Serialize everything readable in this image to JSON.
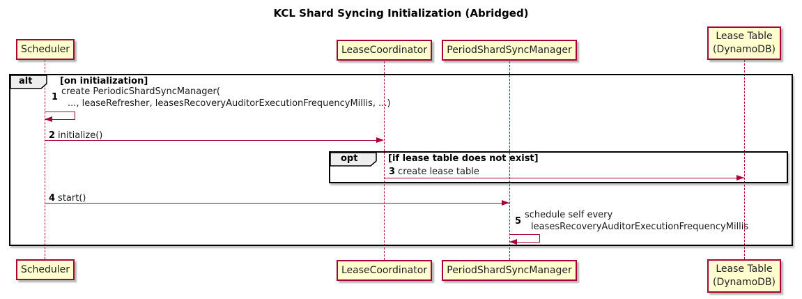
{
  "title": "KCL Shard Syncing Initialization (Abridged)",
  "participants": {
    "scheduler": {
      "label": "Scheduler"
    },
    "lease_coordinator": {
      "label": "LeaseCoordinator"
    },
    "period_shard_sync_manager": {
      "label": "PeriodShardSyncManager"
    },
    "lease_table": {
      "label": "Lease Table",
      "label2": "(DynamoDB)"
    }
  },
  "frames": {
    "alt": {
      "keyword": "alt",
      "condition": "[on initialization]"
    },
    "opt": {
      "keyword": "opt",
      "condition": "[if lease table does not exist]"
    }
  },
  "messages": {
    "m1": {
      "num": "1",
      "line1": "create PeriodicShardSyncManager(",
      "line2": "..., leaseRefresher, leasesRecoveryAuditorExecutionFrequencyMillis, ...)"
    },
    "m2": {
      "num": "2",
      "text": "initialize()"
    },
    "m3": {
      "num": "3",
      "text": "create lease table"
    },
    "m4": {
      "num": "4",
      "text": "start()"
    },
    "m5": {
      "num": "5",
      "line1": "schedule self every",
      "line2": "leasesRecoveryAuditorExecutionFrequencyMillis"
    }
  },
  "colors": {
    "participant_fill": "#FEFECE",
    "participant_border": "#A80036",
    "arrow": "#A80036",
    "lifeline": "#A80036",
    "frame_border": "#000000",
    "frame_label_fill": "#EEEEEE",
    "background": "#FFFFFF"
  }
}
